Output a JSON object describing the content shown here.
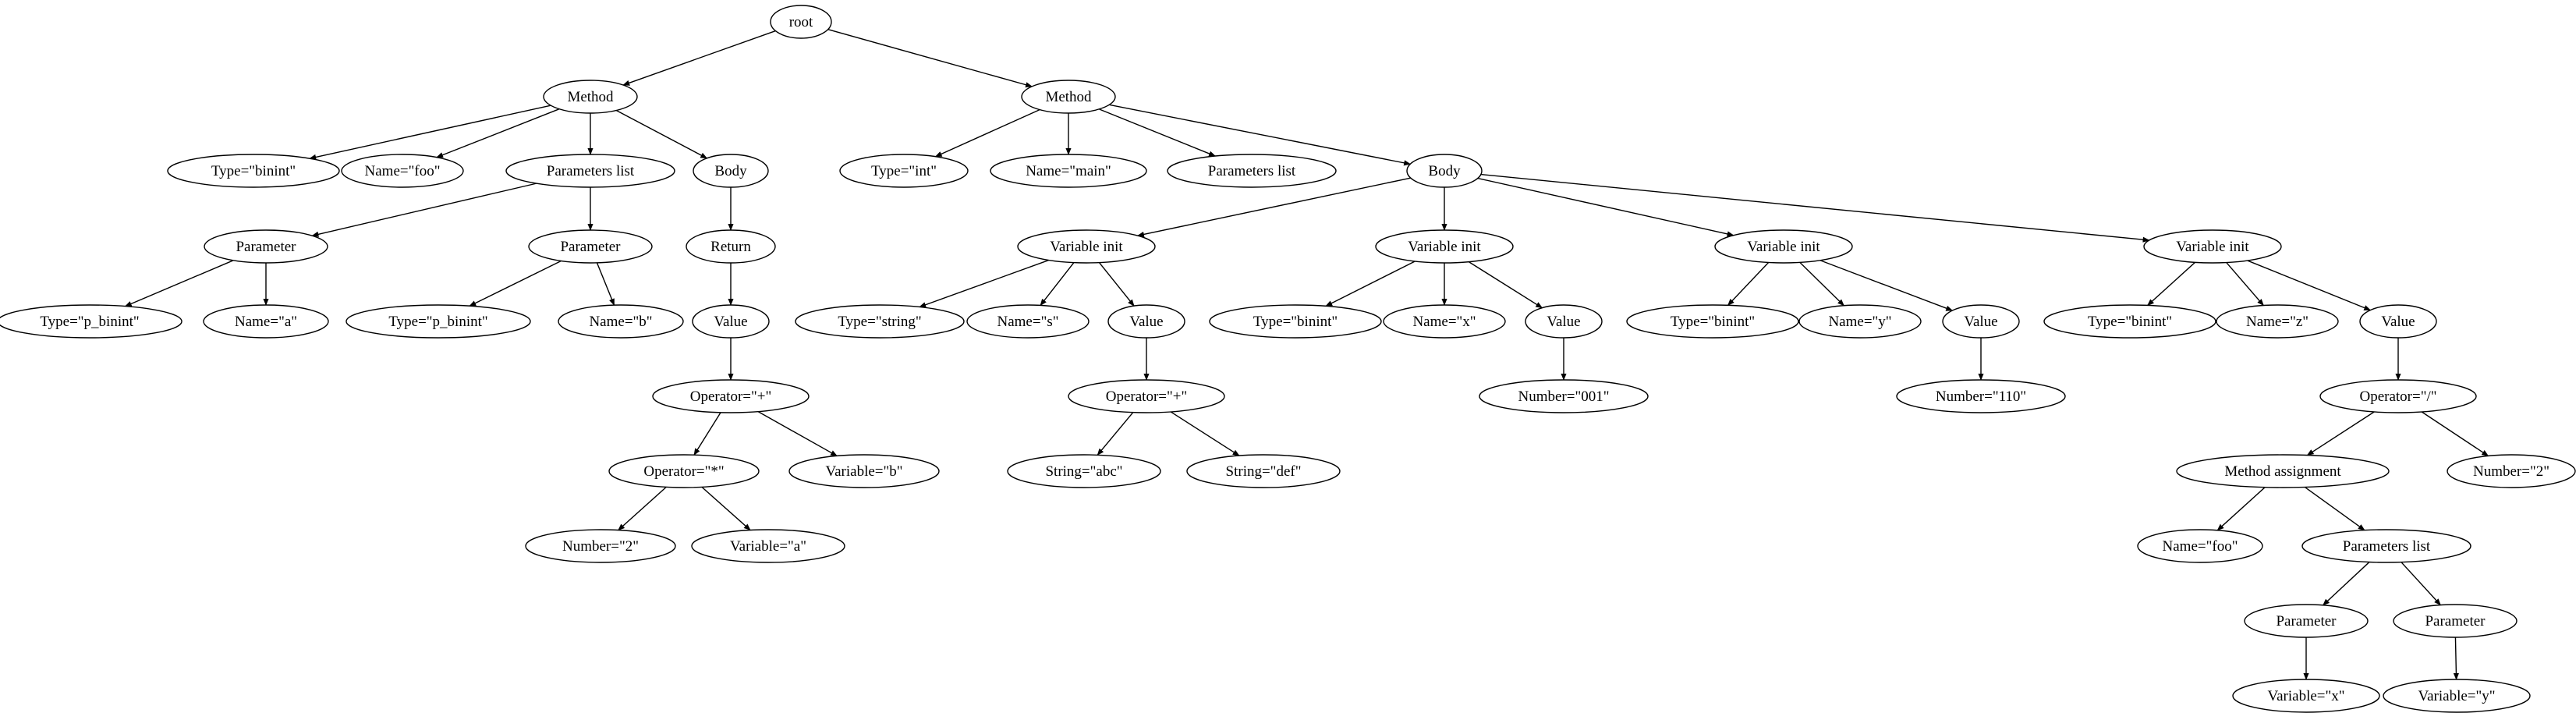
{
  "tree": {
    "nodes": {
      "root": "root",
      "m1": "Method",
      "m1_type": "Type=\"binint\"",
      "m1_name": "Name=\"foo\"",
      "m1_plist": "Parameters list",
      "m1_body": "Body",
      "m1_p1": "Parameter",
      "m1_p1_type": "Type=\"p_binint\"",
      "m1_p1_name": "Name=\"a\"",
      "m1_p2": "Parameter",
      "m1_p2_type": "Type=\"p_binint\"",
      "m1_p2_name": "Name=\"b\"",
      "m1_ret": "Return",
      "m1_val": "Value",
      "m1_plus": "Operator=\"+\"",
      "m1_mul": "Operator=\"*\"",
      "m1_varb": "Variable=\"b\"",
      "m1_num2": "Number=\"2\"",
      "m1_vara": "Variable=\"a\"",
      "m2": "Method",
      "m2_type": "Type=\"int\"",
      "m2_name": "Name=\"main\"",
      "m2_plist": "Parameters list",
      "m2_body": "Body",
      "vi1": "Variable init",
      "vi1_type": "Type=\"string\"",
      "vi1_name": "Name=\"s\"",
      "vi1_val": "Value",
      "vi1_plus": "Operator=\"+\"",
      "vi1_s1": "String=\"abc\"",
      "vi1_s2": "String=\"def\"",
      "vi2": "Variable init",
      "vi2_type": "Type=\"binint\"",
      "vi2_name": "Name=\"x\"",
      "vi2_val": "Value",
      "vi2_num": "Number=\"001\"",
      "vi3": "Variable init",
      "vi3_type": "Type=\"binint\"",
      "vi3_name": "Name=\"y\"",
      "vi3_val": "Value",
      "vi3_num": "Number=\"110\"",
      "vi4": "Variable init",
      "vi4_type": "Type=\"binint\"",
      "vi4_name": "Name=\"z\"",
      "vi4_val": "Value",
      "vi4_div": "Operator=\"/\"",
      "vi4_ma": "Method assignment",
      "vi4_num2": "Number=\"2\"",
      "vi4_ma_name": "Name=\"foo\"",
      "vi4_ma_plist": "Parameters list",
      "vi4_p1": "Parameter",
      "vi4_p2": "Parameter",
      "vi4_varx": "Variable=\"x\"",
      "vi4_vary": "Variable=\"y\""
    },
    "edges": [
      [
        "root",
        "m1"
      ],
      [
        "root",
        "m2"
      ],
      [
        "m1",
        "m1_type"
      ],
      [
        "m1",
        "m1_name"
      ],
      [
        "m1",
        "m1_plist"
      ],
      [
        "m1",
        "m1_body"
      ],
      [
        "m1_plist",
        "m1_p1"
      ],
      [
        "m1_plist",
        "m1_p2"
      ],
      [
        "m1_p1",
        "m1_p1_type"
      ],
      [
        "m1_p1",
        "m1_p1_name"
      ],
      [
        "m1_p2",
        "m1_p2_type"
      ],
      [
        "m1_p2",
        "m1_p2_name"
      ],
      [
        "m1_body",
        "m1_ret"
      ],
      [
        "m1_ret",
        "m1_val"
      ],
      [
        "m1_val",
        "m1_plus"
      ],
      [
        "m1_plus",
        "m1_mul"
      ],
      [
        "m1_plus",
        "m1_varb"
      ],
      [
        "m1_mul",
        "m1_num2"
      ],
      [
        "m1_mul",
        "m1_vara"
      ],
      [
        "m2",
        "m2_type"
      ],
      [
        "m2",
        "m2_name"
      ],
      [
        "m2",
        "m2_plist"
      ],
      [
        "m2",
        "m2_body"
      ],
      [
        "m2_body",
        "vi1"
      ],
      [
        "m2_body",
        "vi2"
      ],
      [
        "m2_body",
        "vi3"
      ],
      [
        "m2_body",
        "vi4"
      ],
      [
        "vi1",
        "vi1_type"
      ],
      [
        "vi1",
        "vi1_name"
      ],
      [
        "vi1",
        "vi1_val"
      ],
      [
        "vi1_val",
        "vi1_plus"
      ],
      [
        "vi1_plus",
        "vi1_s1"
      ],
      [
        "vi1_plus",
        "vi1_s2"
      ],
      [
        "vi2",
        "vi2_type"
      ],
      [
        "vi2",
        "vi2_name"
      ],
      [
        "vi2",
        "vi2_val"
      ],
      [
        "vi2_val",
        "vi2_num"
      ],
      [
        "vi3",
        "vi3_type"
      ],
      [
        "vi3",
        "vi3_name"
      ],
      [
        "vi3",
        "vi3_val"
      ],
      [
        "vi3_val",
        "vi3_num"
      ],
      [
        "vi4",
        "vi4_type"
      ],
      [
        "vi4",
        "vi4_name"
      ],
      [
        "vi4",
        "vi4_val"
      ],
      [
        "vi4_val",
        "vi4_div"
      ],
      [
        "vi4_div",
        "vi4_ma"
      ],
      [
        "vi4_div",
        "vi4_num2"
      ],
      [
        "vi4_ma",
        "vi4_ma_name"
      ],
      [
        "vi4_ma",
        "vi4_ma_plist"
      ],
      [
        "vi4_ma_plist",
        "vi4_p1"
      ],
      [
        "vi4_ma_plist",
        "vi4_p2"
      ],
      [
        "vi4_p1",
        "vi4_varx"
      ],
      [
        "vi4_p2",
        "vi4_vary"
      ]
    ]
  }
}
